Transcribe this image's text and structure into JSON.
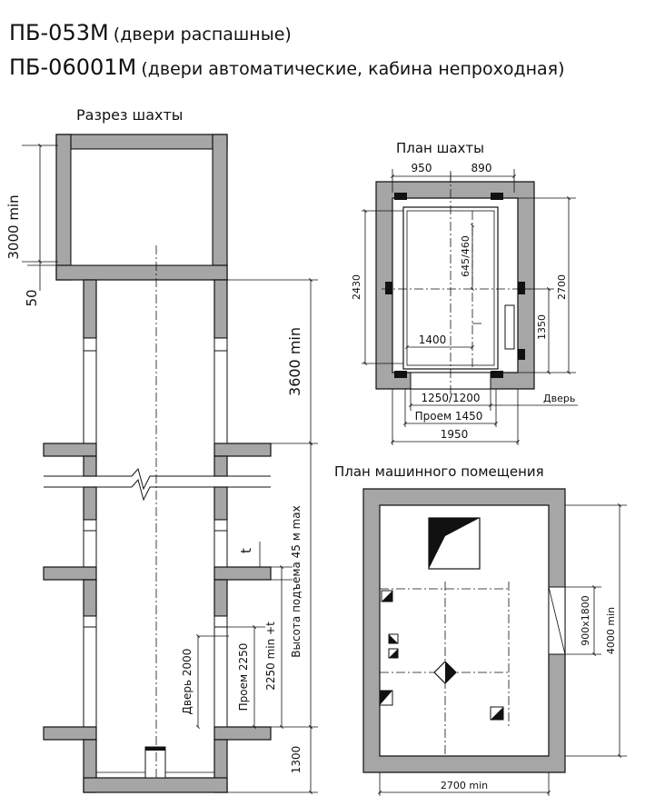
{
  "title": {
    "line1_model": "ПБ-053М",
    "line1_note": "(двери распашные)",
    "line2_model": "ПБ-06001М",
    "line2_note": "(двери автоматические, кабина непроходная)"
  },
  "section": {
    "heading": "Разрез шахты",
    "dim_overhead": "3000 min",
    "dim_50": "50",
    "dim_top_floor": "3600 min",
    "dim_t": "t",
    "dim_travel": "Высота подъема 45 м max",
    "dim_2250t": "2250 min +t",
    "dim_opening": "Проем 2250",
    "dim_door": "Дверь 2000",
    "dim_pit": "1300"
  },
  "shaft_plan": {
    "heading": "План шахты",
    "dim_950": "950",
    "dim_890": "890",
    "dim_2430": "2430",
    "dim_2700": "2700",
    "dim_645": "645/460",
    "dim_1350": "1350",
    "dim_1400": "1400",
    "dim_1250": "1250/1200",
    "door_label": "Дверь",
    "dim_opening": "Проем 1450",
    "dim_1950": "1950"
  },
  "machine_room": {
    "heading": "План машинного помещения",
    "dim_window": "900x1800",
    "dim_4000": "4000 min",
    "dim_2700": "2700 min"
  }
}
